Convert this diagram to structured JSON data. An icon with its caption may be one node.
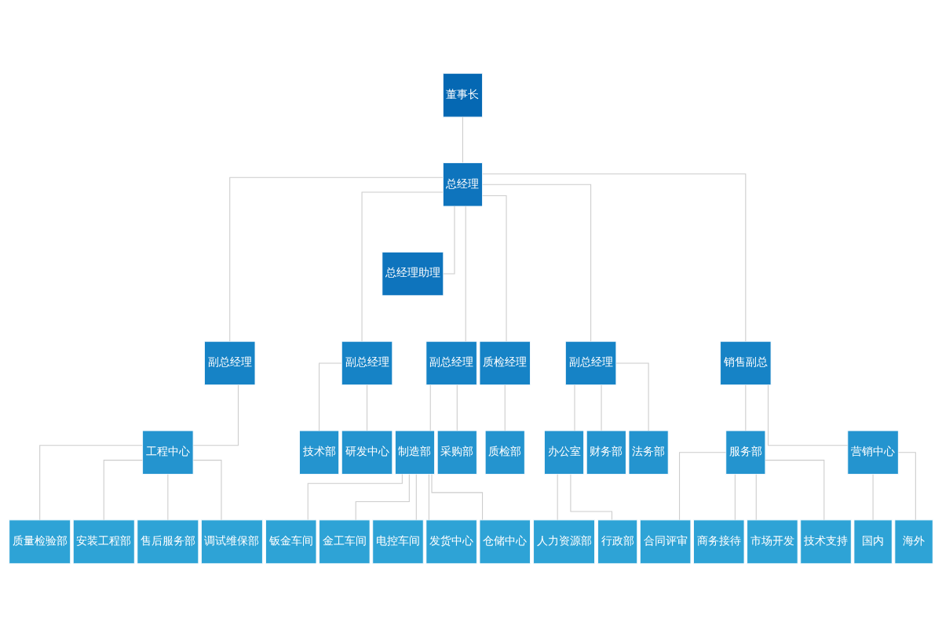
{
  "diagram": {
    "nodes": [
      {
        "text": [
          "董事长"
        ]
      },
      {
        "text": [
          "总经理"
        ]
      },
      {
        "text": [
          "总经理助理"
        ]
      },
      {
        "text": [
          "副总经理"
        ]
      },
      {
        "text": [
          "副总经理"
        ]
      },
      {
        "text": [
          "副总经理"
        ]
      },
      {
        "text": [
          "质检经理"
        ]
      },
      {
        "text": [
          "副总经理"
        ]
      },
      {
        "text": [
          "销售副总"
        ]
      },
      {
        "text": [
          "工程中心"
        ]
      },
      {
        "text": [
          "技术部"
        ]
      },
      {
        "text": [
          "研发中心"
        ]
      },
      {
        "text": [
          "制造部"
        ]
      },
      {
        "text": [
          "采购部"
        ]
      },
      {
        "text": [
          "质检部"
        ]
      },
      {
        "text": [
          "办公室"
        ]
      },
      {
        "text": [
          "财务部"
        ]
      },
      {
        "text": [
          "法务部"
        ]
      },
      {
        "text": [
          "服务部"
        ]
      },
      {
        "text": [
          "营销中心"
        ]
      },
      {
        "text": [
          "质量检验部"
        ]
      },
      {
        "text": [
          "安装工程部"
        ]
      },
      {
        "text": [
          "售后服务部"
        ]
      },
      {
        "text": [
          "调试维保部"
        ]
      },
      {
        "text": [
          "钣金车间"
        ]
      },
      {
        "text": [
          "金工车间"
        ]
      },
      {
        "text": [
          "电控车间"
        ]
      },
      {
        "text": [
          "发货中心"
        ]
      },
      {
        "text": [
          "仓储中心"
        ]
      },
      {
        "text": [
          "人力资源部"
        ]
      },
      {
        "text": [
          "行政部"
        ]
      },
      {
        "text": [
          "合同评审"
        ]
      },
      {
        "text": [
          "商务接待"
        ]
      },
      {
        "text": [
          "市场开发"
        ]
      },
      {
        "text": [
          "技术支持"
        ]
      },
      {
        "text": [
          "国内"
        ]
      },
      {
        "text": [
          "海外"
        ]
      }
    ],
    "edges": [
      {
        "from": 0,
        "to": 1,
        "arrow": "none"
      },
      {
        "from": 1,
        "to": 2,
        "arrow": "none"
      },
      {
        "from": 1,
        "to": 3,
        "arrow": "none"
      },
      {
        "from": 1,
        "to": 4,
        "arrow": "none"
      },
      {
        "from": 1,
        "to": 5,
        "arrow": "none"
      },
      {
        "from": 1,
        "to": 6,
        "arrow": "none"
      },
      {
        "from": 1,
        "to": 7,
        "arrow": "none"
      },
      {
        "from": 1,
        "to": 8,
        "arrow": "none"
      },
      {
        "from": 3,
        "to": 9,
        "arrow": "none"
      },
      {
        "from": 4,
        "to": 10,
        "arrow": "none"
      },
      {
        "from": 4,
        "to": 11,
        "arrow": "none"
      },
      {
        "from": 5,
        "to": 12,
        "arrow": "none"
      },
      {
        "from": 5,
        "to": 13,
        "arrow": "none"
      },
      {
        "from": 6,
        "to": 14,
        "arrow": "none"
      },
      {
        "from": 7,
        "to": 15,
        "arrow": "none"
      },
      {
        "from": 7,
        "to": 16,
        "arrow": "none"
      },
      {
        "from": 7,
        "to": 17,
        "arrow": "none"
      },
      {
        "from": 8,
        "to": 18,
        "arrow": "none"
      },
      {
        "from": 8,
        "to": 19,
        "arrow": "none"
      },
      {
        "from": 9,
        "to": 20,
        "arrow": "none"
      },
      {
        "from": 9,
        "to": 21,
        "arrow": "none"
      },
      {
        "from": 9,
        "to": 22,
        "arrow": "none"
      },
      {
        "from": 9,
        "to": 23,
        "arrow": "none"
      },
      {
        "from": 12,
        "to": 24,
        "arrow": "none"
      },
      {
        "from": 12,
        "to": 25,
        "arrow": "none"
      },
      {
        "from": 12,
        "to": 26,
        "arrow": "none"
      },
      {
        "from": 12,
        "to": 27,
        "arrow": "none"
      },
      {
        "from": 12,
        "to": 28,
        "arrow": "none"
      },
      {
        "from": 15,
        "to": 29,
        "arrow": "none"
      },
      {
        "from": 15,
        "to": 30,
        "arrow": "none"
      },
      {
        "from": 18,
        "to": 31,
        "arrow": "none"
      },
      {
        "from": 18,
        "to": 32,
        "arrow": "none"
      },
      {
        "from": 18,
        "to": 33,
        "arrow": "none"
      },
      {
        "from": 18,
        "to": 34,
        "arrow": "none"
      },
      {
        "from": 19,
        "to": 35,
        "arrow": "none"
      },
      {
        "from": 19,
        "to": 36,
        "arrow": "none"
      }
    ]
  }
}
